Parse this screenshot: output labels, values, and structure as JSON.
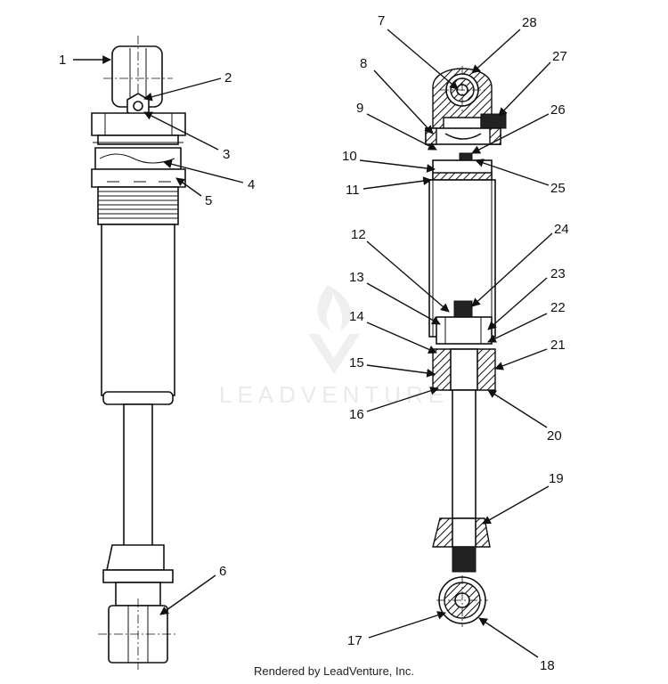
{
  "watermark": {
    "text": "LEADVENTURE"
  },
  "footer": {
    "text": "Rendered by LeadVenture, Inc."
  },
  "callouts": [
    "1",
    "2",
    "3",
    "4",
    "5",
    "6",
    "7",
    "8",
    "9",
    "10",
    "11",
    "12",
    "13",
    "14",
    "15",
    "16",
    "17",
    "18",
    "19",
    "20",
    "21",
    "22",
    "23",
    "24",
    "25",
    "26",
    "27",
    "28"
  ]
}
